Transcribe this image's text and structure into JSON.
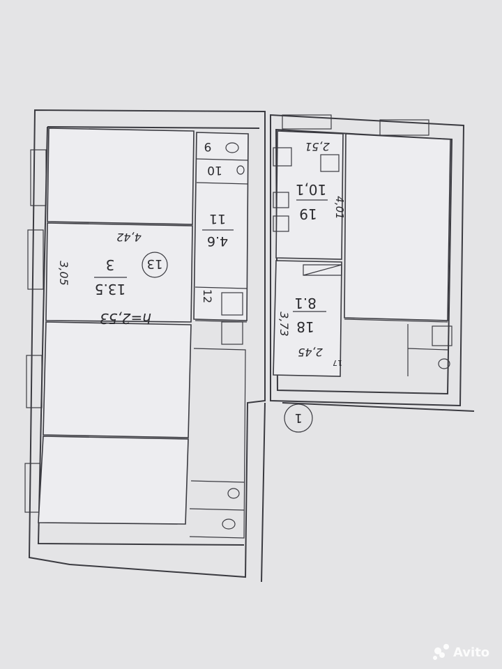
{
  "plan": {
    "rooms": {
      "r9": "9",
      "r10": "10",
      "r11": "11",
      "r11_area": "4.6",
      "apt13": "13",
      "r3": "3",
      "r3_area": "13.5",
      "r3_length": "4,42",
      "r3_width": "3,05",
      "height": "h=2,53",
      "r12": "12",
      "r19": "19",
      "r19_area": "10,1",
      "r19_width": "2,51",
      "r19_length": "4,01",
      "r18": "18",
      "r18_area": "8.1",
      "r18_length": "3,73",
      "r18_width": "2,45",
      "r17": "17",
      "apt1": "1"
    },
    "watermark": "Avito"
  }
}
